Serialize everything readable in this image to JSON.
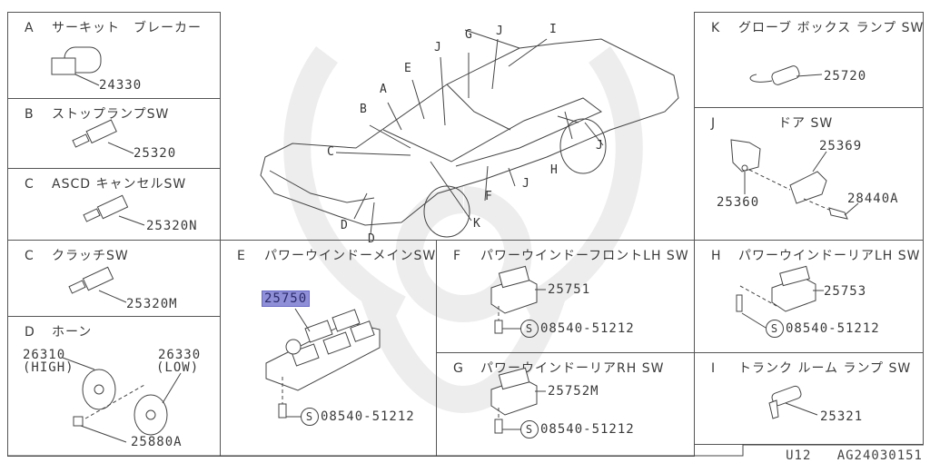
{
  "diagram": {
    "model_code": "U12",
    "figure_id": "AG24030151",
    "highlight_color": "#8f8fd8",
    "overview": {
      "callouts": [
        "A",
        "B",
        "C",
        "D",
        "D",
        "E",
        "F",
        "G",
        "H",
        "I",
        "J",
        "J",
        "J",
        "J",
        "K"
      ]
    },
    "panels": {
      "A": {
        "key": "A",
        "name": "サーキット　ブレーカー",
        "parts": [
          "24330"
        ]
      },
      "B": {
        "key": "B",
        "name": "ストップランプSW",
        "parts": [
          "25320"
        ]
      },
      "C1": {
        "key": "C",
        "name": "ASCD キャンセルSW",
        "parts": [
          "25320N"
        ]
      },
      "C2": {
        "key": "C",
        "name": "クラッチSW",
        "parts": [
          "25320M"
        ]
      },
      "D": {
        "key": "D",
        "name": "ホーン",
        "parts": [
          "26310",
          "(HIGH)",
          "26330",
          "(LOW)",
          "25880A"
        ]
      },
      "E": {
        "key": "E",
        "name": "パワーウインドーメインSW",
        "parts": [
          "25750",
          "08540-51212"
        ],
        "highlighted": "25750"
      },
      "F": {
        "key": "F",
        "name": "パワーウインドーフロントLH SW",
        "parts": [
          "25751",
          "08540-51212"
        ]
      },
      "G": {
        "key": "G",
        "name": "パワーウインドーリアRH SW",
        "parts": [
          "25752M",
          "08540-51212"
        ]
      },
      "H": {
        "key": "H",
        "name": "パワーウインドーリアLH SW",
        "parts": [
          "25753",
          "08540-51212"
        ]
      },
      "I": {
        "key": "I",
        "name": "トランク ルーム ランプ SW",
        "parts": [
          "25321"
        ]
      },
      "J": {
        "key": "J",
        "name": "ドア SW",
        "parts": [
          "25369",
          "25360",
          "28440A"
        ]
      },
      "K": {
        "key": "K",
        "name": "グローブ ボックス ランプ SW",
        "parts": [
          "25720"
        ]
      }
    },
    "symbol_s": "S"
  }
}
